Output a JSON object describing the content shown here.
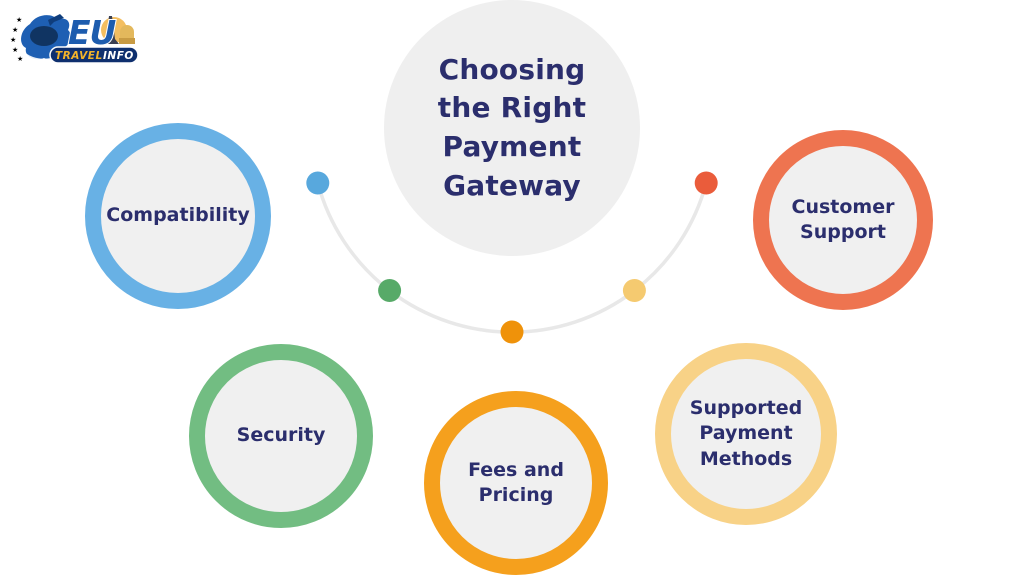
{
  "page": {
    "background": "#ffffff"
  },
  "colors": {
    "label_text": "#2b2e6d",
    "arc_line": "#e8e8e8",
    "inner_fill": "#f0f0f0",
    "center_fill": "#efefef"
  },
  "logo": {
    "eu_text": "EU",
    "travel_text": "TRAVEL",
    "info_text": "INFO",
    "map_color": "#1e5fb3",
    "map_light": "#3b7fd0",
    "plane_color": "#0f3d7c",
    "banner_color": "#0e2f6e",
    "banner_stroke": "#fdfdfd",
    "travel_color": "#f2b32a",
    "info_color": "#ffffff",
    "star_color": "#f5c518",
    "arch_gold": "#f2bb57",
    "building_gold": "#c89b43",
    "dome_gold": "#e3b85c",
    "tower_color": "#3a3f52",
    "swoosh_color": "#ffffff",
    "eu_fill": "#1d5cae",
    "eu_stroke": "#ffffff"
  },
  "center_circle": {
    "title": "Choosing\nthe Right\nPayment\nGateway"
  },
  "nodes": [
    {
      "id": "compatibility",
      "label": "Compatibility",
      "ring_color": "#68b1e5",
      "dot_color": "#58a8dd"
    },
    {
      "id": "security",
      "label": "Security",
      "ring_color": "#72bd82",
      "dot_color": "#57aa68"
    },
    {
      "id": "fees-and-pricing",
      "label": "Fees and\nPricing",
      "ring_color": "#f5a01d",
      "dot_color": "#ef920a"
    },
    {
      "id": "supported-payment-methods",
      "label": "Supported\nPayment\nMethods",
      "ring_color": "#f8d287",
      "dot_color": "#f5ca70"
    },
    {
      "id": "customer-support",
      "label": "Customer\nSupport",
      "ring_color": "#ee7450",
      "dot_color": "#ea5c3b"
    }
  ]
}
